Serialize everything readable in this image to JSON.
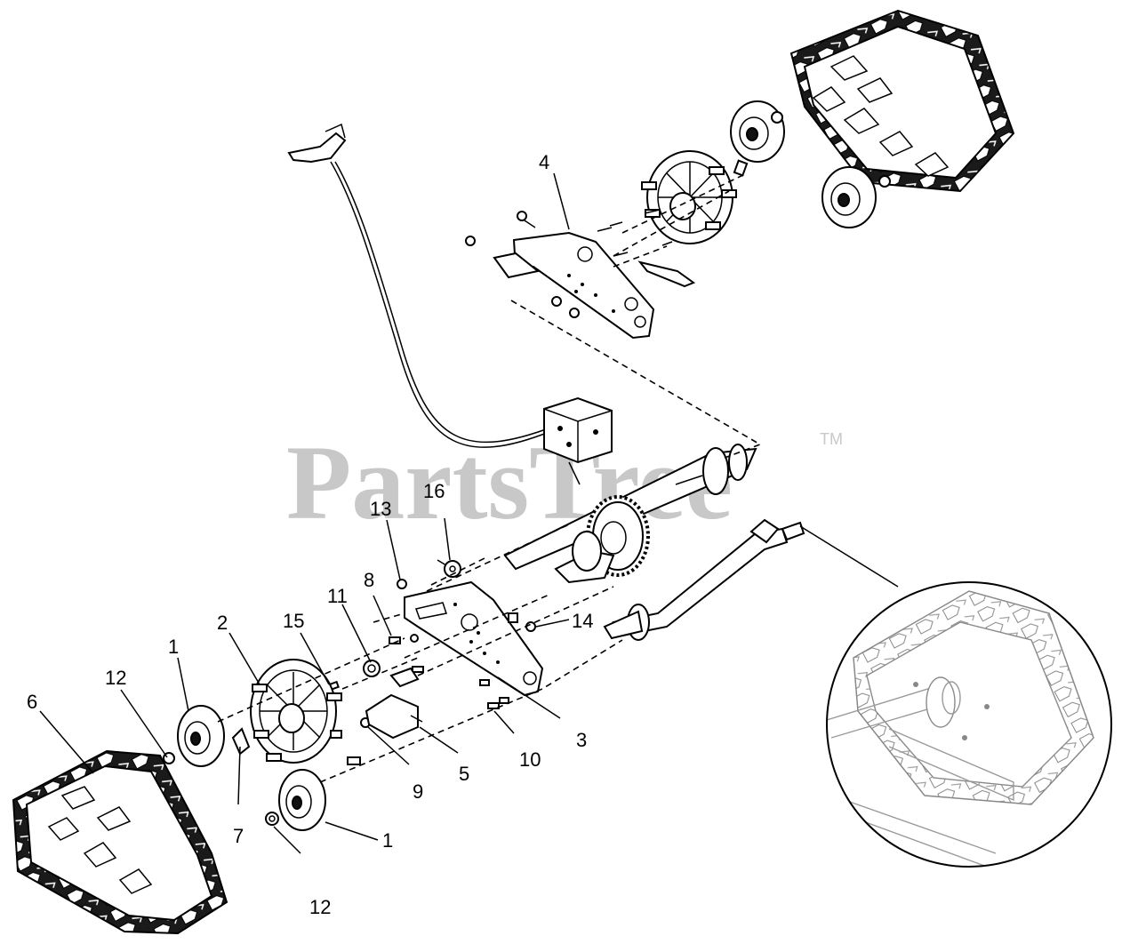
{
  "watermark": {
    "text": "PartsTree",
    "trademark": "TM",
    "color": "#c8c8c8"
  },
  "callouts": [
    {
      "id": "1a",
      "label": "1"
    },
    {
      "id": "1b",
      "label": "1"
    },
    {
      "id": "2",
      "label": "2"
    },
    {
      "id": "3",
      "label": "3"
    },
    {
      "id": "4",
      "label": "4"
    },
    {
      "id": "5",
      "label": "5"
    },
    {
      "id": "6",
      "label": "6"
    },
    {
      "id": "7",
      "label": "7"
    },
    {
      "id": "8",
      "label": "8"
    },
    {
      "id": "9",
      "label": "9"
    },
    {
      "id": "10",
      "label": "10"
    },
    {
      "id": "11",
      "label": "11"
    },
    {
      "id": "12a",
      "label": "12"
    },
    {
      "id": "12b",
      "label": "12"
    },
    {
      "id": "13",
      "label": "13"
    },
    {
      "id": "14",
      "label": "14"
    },
    {
      "id": "15",
      "label": "15"
    },
    {
      "id": "16",
      "label": "16"
    }
  ],
  "colors": {
    "line": "#000000",
    "background": "#ffffff",
    "detail_grey": "#8a8a8a"
  }
}
